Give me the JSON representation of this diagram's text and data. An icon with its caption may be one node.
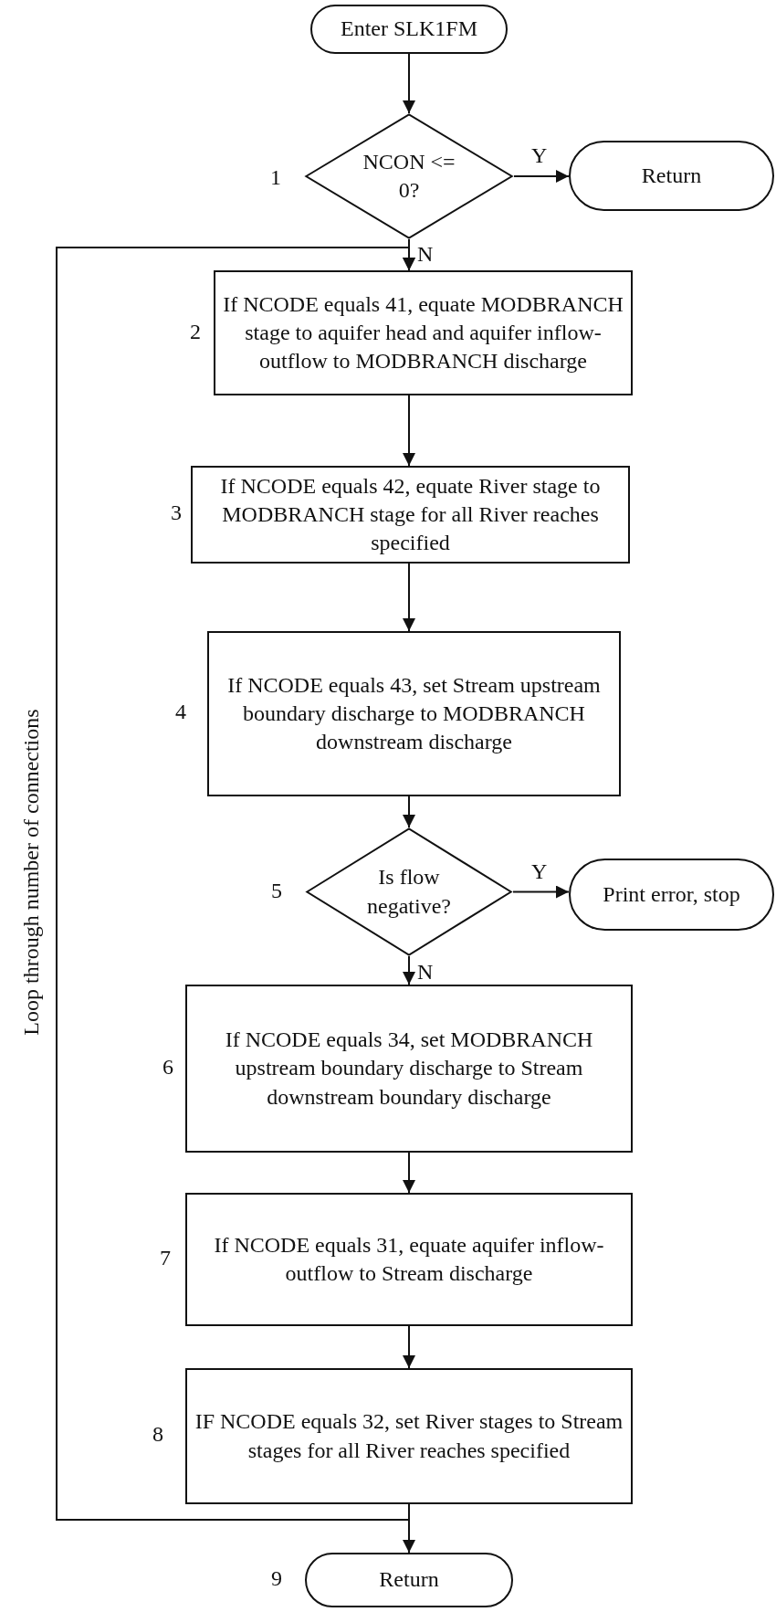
{
  "diagram": {
    "nodes": [
      {
        "text": [
          "Enter SLK1FM"
        ]
      },
      {
        "text": [
          "NCON <= 0?"
        ],
        "beside": [
          "1"
        ]
      },
      {
        "text": [
          "Return"
        ]
      },
      {
        "text": [
          "If NCODE equals 41, equate MODBRANCH stage to aquifer head and aquifer inflow-outflow to MODBRANCH discharge"
        ],
        "beside": [
          "2"
        ]
      },
      {
        "text": [
          "If NCODE equals 42, equate River stage to MODBRANCH stage for all River reaches specified"
        ],
        "beside": [
          "3"
        ]
      },
      {
        "text": [
          "If NCODE equals 43, set Stream upstream boundary discharge to MODBRANCH downstream discharge"
        ],
        "beside": [
          "4"
        ]
      },
      {
        "text": [
          "Is flow negative?"
        ],
        "beside": [
          "5"
        ]
      },
      {
        "text": [
          "Print error, stop"
        ]
      },
      {
        "text": [
          "If NCODE equals 34, set MODBRANCH upstream boundary discharge to Stream downstream boundary discharge"
        ],
        "beside": [
          "6"
        ]
      },
      {
        "text": [
          "If NCODE equals 31, equate aquifer inflow-outflow to Stream discharge"
        ],
        "beside": [
          "7"
        ]
      },
      {
        "text": [
          "IF NCODE equals 32, set River stages to Stream stages for all River reaches specified"
        ],
        "beside": [
          "8"
        ]
      },
      {
        "text": [
          "Return"
        ],
        "beside": [
          "9"
        ]
      }
    ],
    "edges": [
      {
        "from": 0,
        "to": 1,
        "arrow": "to"
      },
      {
        "from": 1,
        "to": 2,
        "arrow": "to",
        "label": "Y"
      },
      {
        "from": 1,
        "to": 3,
        "arrow": "to",
        "label": "N"
      },
      {
        "from": 3,
        "to": 4,
        "arrow": "to"
      },
      {
        "from": 4,
        "to": 5,
        "arrow": "to"
      },
      {
        "from": 5,
        "to": 6,
        "arrow": "to"
      },
      {
        "from": 6,
        "to": 7,
        "arrow": "to",
        "label": "Y"
      },
      {
        "from": 6,
        "to": 8,
        "arrow": "to",
        "label": "N"
      },
      {
        "from": 8,
        "to": 9,
        "arrow": "to"
      },
      {
        "from": 9,
        "to": 10,
        "arrow": "to"
      },
      {
        "from": 10,
        "to": 11,
        "arrow": "to"
      },
      {
        "from": 10,
        "to": 3,
        "arrow": "to",
        "label": "Loop through number of connections"
      }
    ]
  }
}
